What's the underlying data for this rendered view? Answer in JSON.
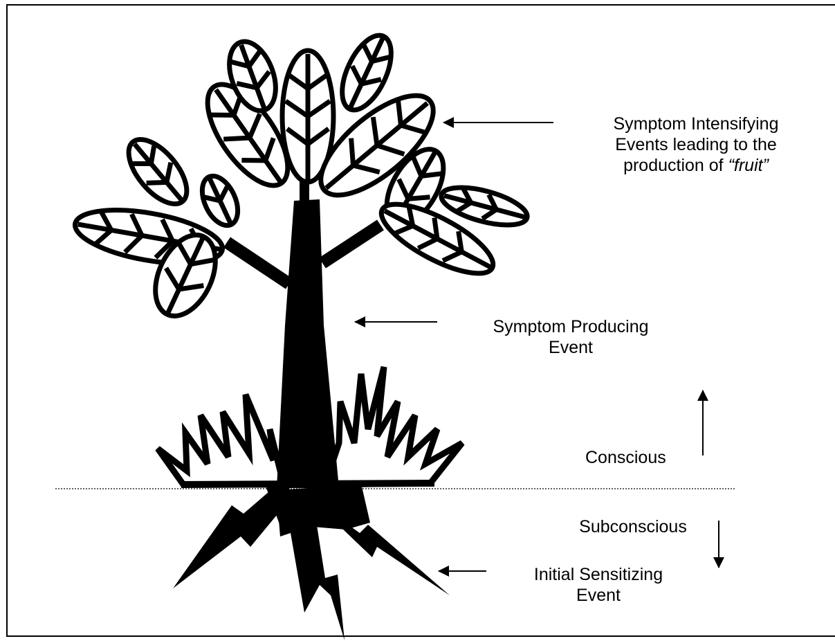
{
  "labels": {
    "intensifying": {
      "line1": "Symptom Intensifying",
      "line2": "Events leading to the",
      "line3_prefix": "production of ",
      "line3_fruit": "“fruit”"
    },
    "producing": {
      "line1": "Symptom Producing",
      "line2": "Event"
    },
    "conscious": "Conscious",
    "subconscious": "Subconscious",
    "initial": {
      "line1": "Initial Sensitizing",
      "line2": "Event"
    }
  },
  "colors": {
    "ink": "#000000",
    "background": "#ffffff"
  }
}
